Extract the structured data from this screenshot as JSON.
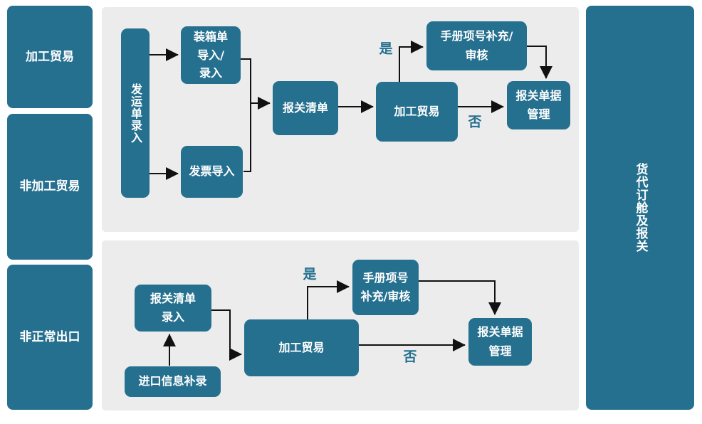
{
  "colors": {
    "node_blue": "#26708f",
    "panel_gray": "#ececec",
    "node_text_white": "#ffffff",
    "branch_label_blue": "#26708f",
    "arrow_black": "#111111",
    "background_white": "#ffffff"
  },
  "left_column": {
    "items": [
      {
        "label": "加工贸易"
      },
      {
        "label": "非加工贸易"
      },
      {
        "label": "非正常出口"
      }
    ]
  },
  "right_column": {
    "label": "货代订舱及报关"
  },
  "top_flow": {
    "nodes": {
      "shipping_order_entry": "发运单录入",
      "packing_list_import": "装箱单\n导入/\n录入",
      "invoice_import": "发票导入",
      "declaration_list": "报关清单",
      "processing_trade": "加工贸易",
      "manual_item_no_supplement_review": "手册项号补充/\n审核",
      "declaration_document_management": "报关单据\n管理"
    },
    "branch_labels": {
      "yes": "是",
      "no": "否"
    }
  },
  "bottom_flow": {
    "nodes": {
      "declaration_list_entry": "报关清单\n录入",
      "import_info_supplementary_entry": "进口信息补录",
      "processing_trade": "加工贸易",
      "manual_item_no_supplement_review": "手册项号\n补充/审核",
      "declaration_document_management": "报关单据\n管理"
    },
    "branch_labels": {
      "yes": "是",
      "no": "否"
    }
  }
}
